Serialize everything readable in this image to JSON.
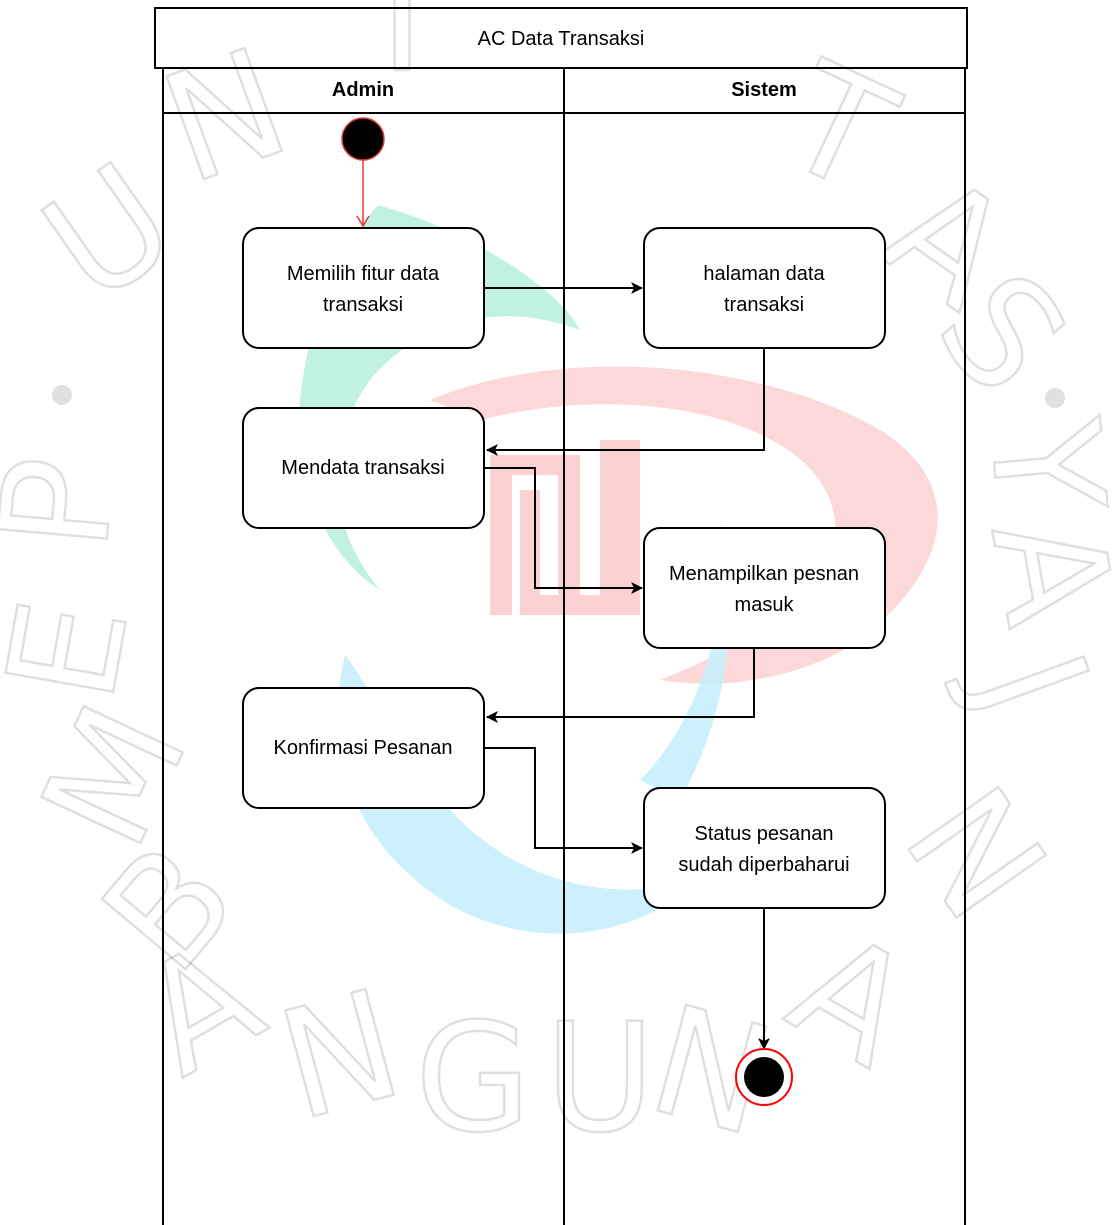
{
  "diagram": {
    "title": "AC Data Transaksi",
    "lanes": [
      {
        "id": "admin",
        "label": "Admin"
      },
      {
        "id": "sistem",
        "label": "Sistem"
      }
    ],
    "activities": [
      {
        "id": "a1",
        "lane": "admin",
        "lines": [
          "Memilih fitur data",
          "transaksi"
        ]
      },
      {
        "id": "s1",
        "lane": "sistem",
        "lines": [
          "halaman data",
          "transaksi"
        ]
      },
      {
        "id": "a2",
        "lane": "admin",
        "lines": [
          "Mendata transaksi"
        ]
      },
      {
        "id": "s2",
        "lane": "sistem",
        "lines": [
          "Menampilkan pesnan",
          "masuk"
        ]
      },
      {
        "id": "a3",
        "lane": "admin",
        "lines": [
          "Konfirmasi Pesanan"
        ]
      },
      {
        "id": "s3",
        "lane": "sistem",
        "lines": [
          "Status pesanan",
          "sudah diperbaharui"
        ]
      }
    ],
    "flows": [
      {
        "from": "start",
        "to": "a1"
      },
      {
        "from": "a1",
        "to": "s1"
      },
      {
        "from": "s1",
        "to": "a2"
      },
      {
        "from": "a2",
        "to": "s2"
      },
      {
        "from": "s2",
        "to": "a3"
      },
      {
        "from": "a3",
        "to": "s3"
      },
      {
        "from": "s3",
        "to": "end"
      }
    ],
    "colors": {
      "line": "#000000",
      "start_edge": "#e53935",
      "end_ring": "#ff0000",
      "node_fill": "#000000"
    }
  },
  "watermark": {
    "text": "UNIVERSITAS PEMBANGUNAN JAYA",
    "colors": {
      "teal": "#b9f0e0",
      "cyan": "#c7eefc",
      "red": "#fbd1d1"
    }
  }
}
